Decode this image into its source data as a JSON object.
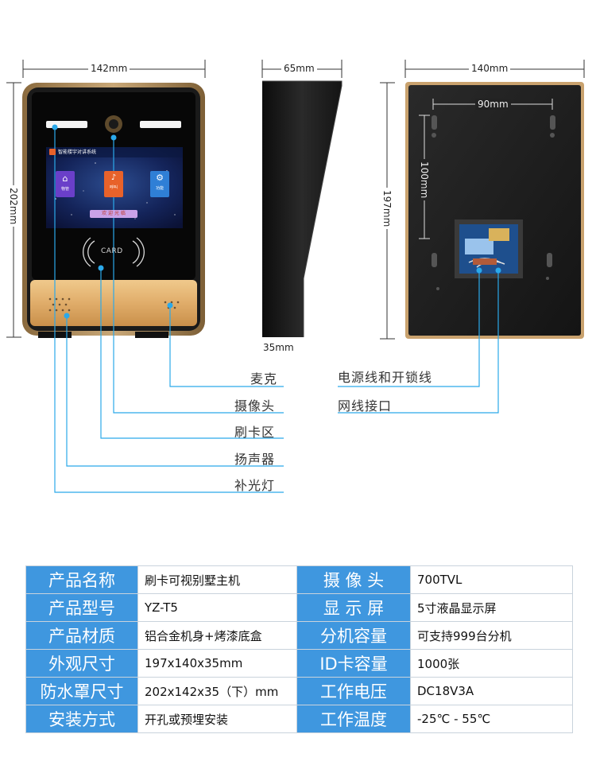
{
  "dimensions": {
    "front_width": "142mm",
    "front_height": "202mm",
    "side_depth_top": "65mm",
    "side_depth_bottom": "35mm",
    "back_width": "140mm",
    "back_height": "197mm",
    "mount_width": "90mm",
    "mount_height": "100mm"
  },
  "screen": {
    "title": "智能楼宇对讲系统",
    "icons": [
      {
        "label": "物管",
        "color": "#6a3fc9",
        "icon": "home-icon"
      },
      {
        "label": "呼叫",
        "color": "#e8622a",
        "icon": "bell-icon"
      },
      {
        "label": "功能",
        "color": "#2f7fd6",
        "icon": "gear-icon"
      }
    ],
    "button": "欢 迎 光 临"
  },
  "card_area": {
    "text": "CARD"
  },
  "callouts_left": [
    "麦克",
    "摄像头",
    "刷卡区",
    "扬声器",
    "补光灯"
  ],
  "callouts_right": [
    "电源线和开锁线",
    "网线接口"
  ],
  "specs": [
    {
      "l1": "产品名称",
      "v1": "刷卡可视别墅主机",
      "l2": "摄 像 头",
      "v2": "700TVL"
    },
    {
      "l1": "产品型号",
      "v1": "YZ-T5",
      "l2": "显 示 屏",
      "v2": "5寸液晶显示屏"
    },
    {
      "l1": "产品材质",
      "v1": "铝合金机身+烤漆底盒",
      "l2": "分机容量",
      "v2": "可支持999台分机"
    },
    {
      "l1": "外观尺寸",
      "v1": "197x140x35mm",
      "l2": "ID卡容量",
      "v2": "1000张"
    },
    {
      "l1": "防水罩尺寸",
      "v1": "202x142x35（下）mm",
      "l2": "工作电压",
      "v2": "DC18V3A"
    },
    {
      "l1": "安装方式",
      "v1": "开孔或预埋安装",
      "l2": "工作温度",
      "v2": "-25℃  -  55℃"
    }
  ]
}
